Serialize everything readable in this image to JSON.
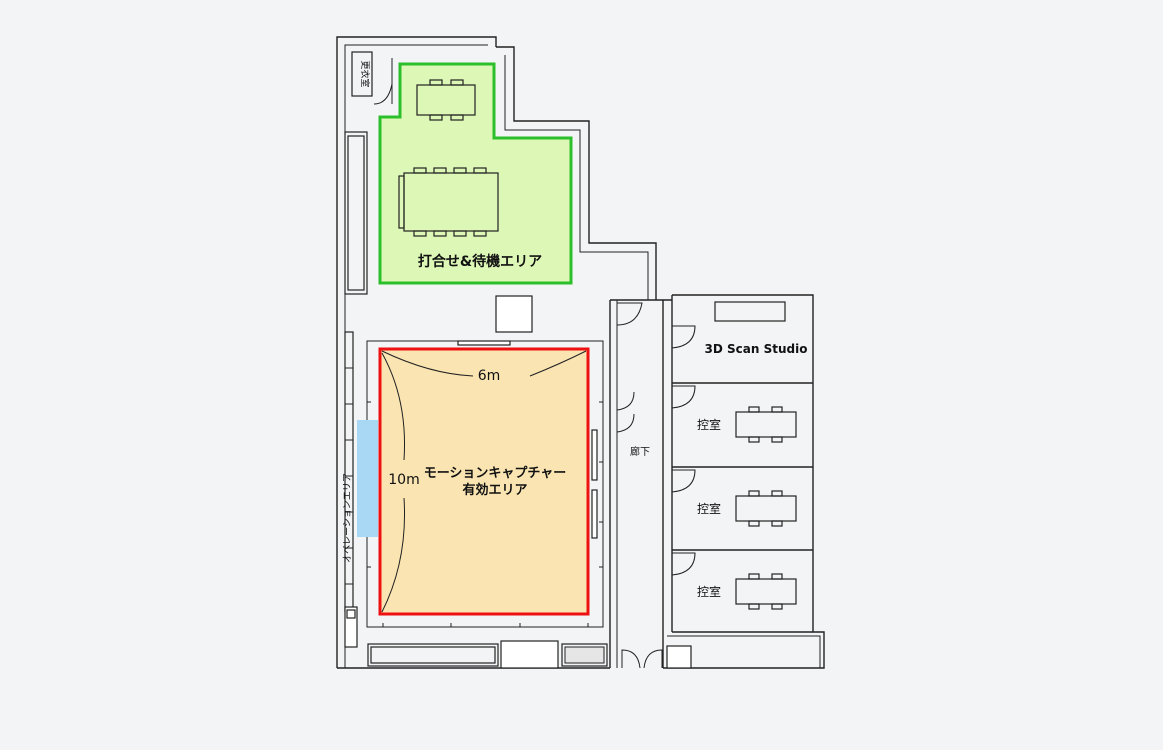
{
  "colors": {
    "background": "#f3f4f6",
    "canvas": "#f3f4f6",
    "meeting_fill": "#dcf7b6",
    "meeting_border": "#2bbf2b",
    "capture_fill": "#f9e4b2",
    "capture_border": "#ee1111",
    "operation_fill": "#a8d8f3"
  },
  "labels": {
    "changing_room": "更衣室",
    "meeting_area": "打合せ&待機エリア",
    "width_dim": "6m",
    "height_dim": "10m",
    "capture_line1": "モーションキャプチャー",
    "capture_line2": "有効エリア",
    "operation_area": "オペレーションエリア",
    "corridor": "廊下",
    "scan_studio": "3D Scan Studio",
    "waiting_room_1": "控室",
    "waiting_room_2": "控室",
    "waiting_room_3": "控室"
  }
}
